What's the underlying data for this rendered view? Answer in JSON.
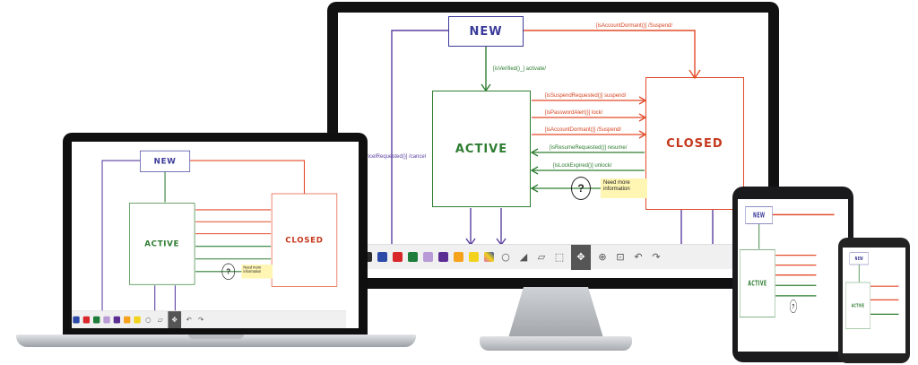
{
  "diagram": {
    "states": {
      "new": "NEW",
      "active": "ACTIVE",
      "closed": "CLOSED"
    },
    "transitions": {
      "verified": "[isVerified()_] activate/",
      "dormant_top": "[isAccountDormant()] /Suspend/",
      "suspend_requested": "[isSuspendRequested()] suspend/",
      "password_alert": "[isPasswordAlert()] lock/",
      "dormant": "[isAccountDormant()] /Suspend/",
      "resume_requested": "[isResumeRequested()] resume/",
      "lock_expired": "[isLockExpired()] unlock/",
      "cancel_requested": "[isCancelRequested()] /cancel"
    },
    "note": "Need more information",
    "question_mark": "?"
  },
  "toolbar": {
    "colors": [
      "#2c2c2c",
      "#2b4aa8",
      "#d9262a",
      "#1e7d3a",
      "#b89ad6",
      "#5b2e93",
      "#f6a21c",
      "#f2d21b",
      "#e06aa8"
    ],
    "tools": [
      "circle-tool-icon",
      "fill-tool-icon",
      "eraser-icon",
      "select-icon",
      "move-icon",
      "zoom-in-icon",
      "zoom-fit-icon",
      "undo-icon",
      "redo-icon"
    ]
  }
}
